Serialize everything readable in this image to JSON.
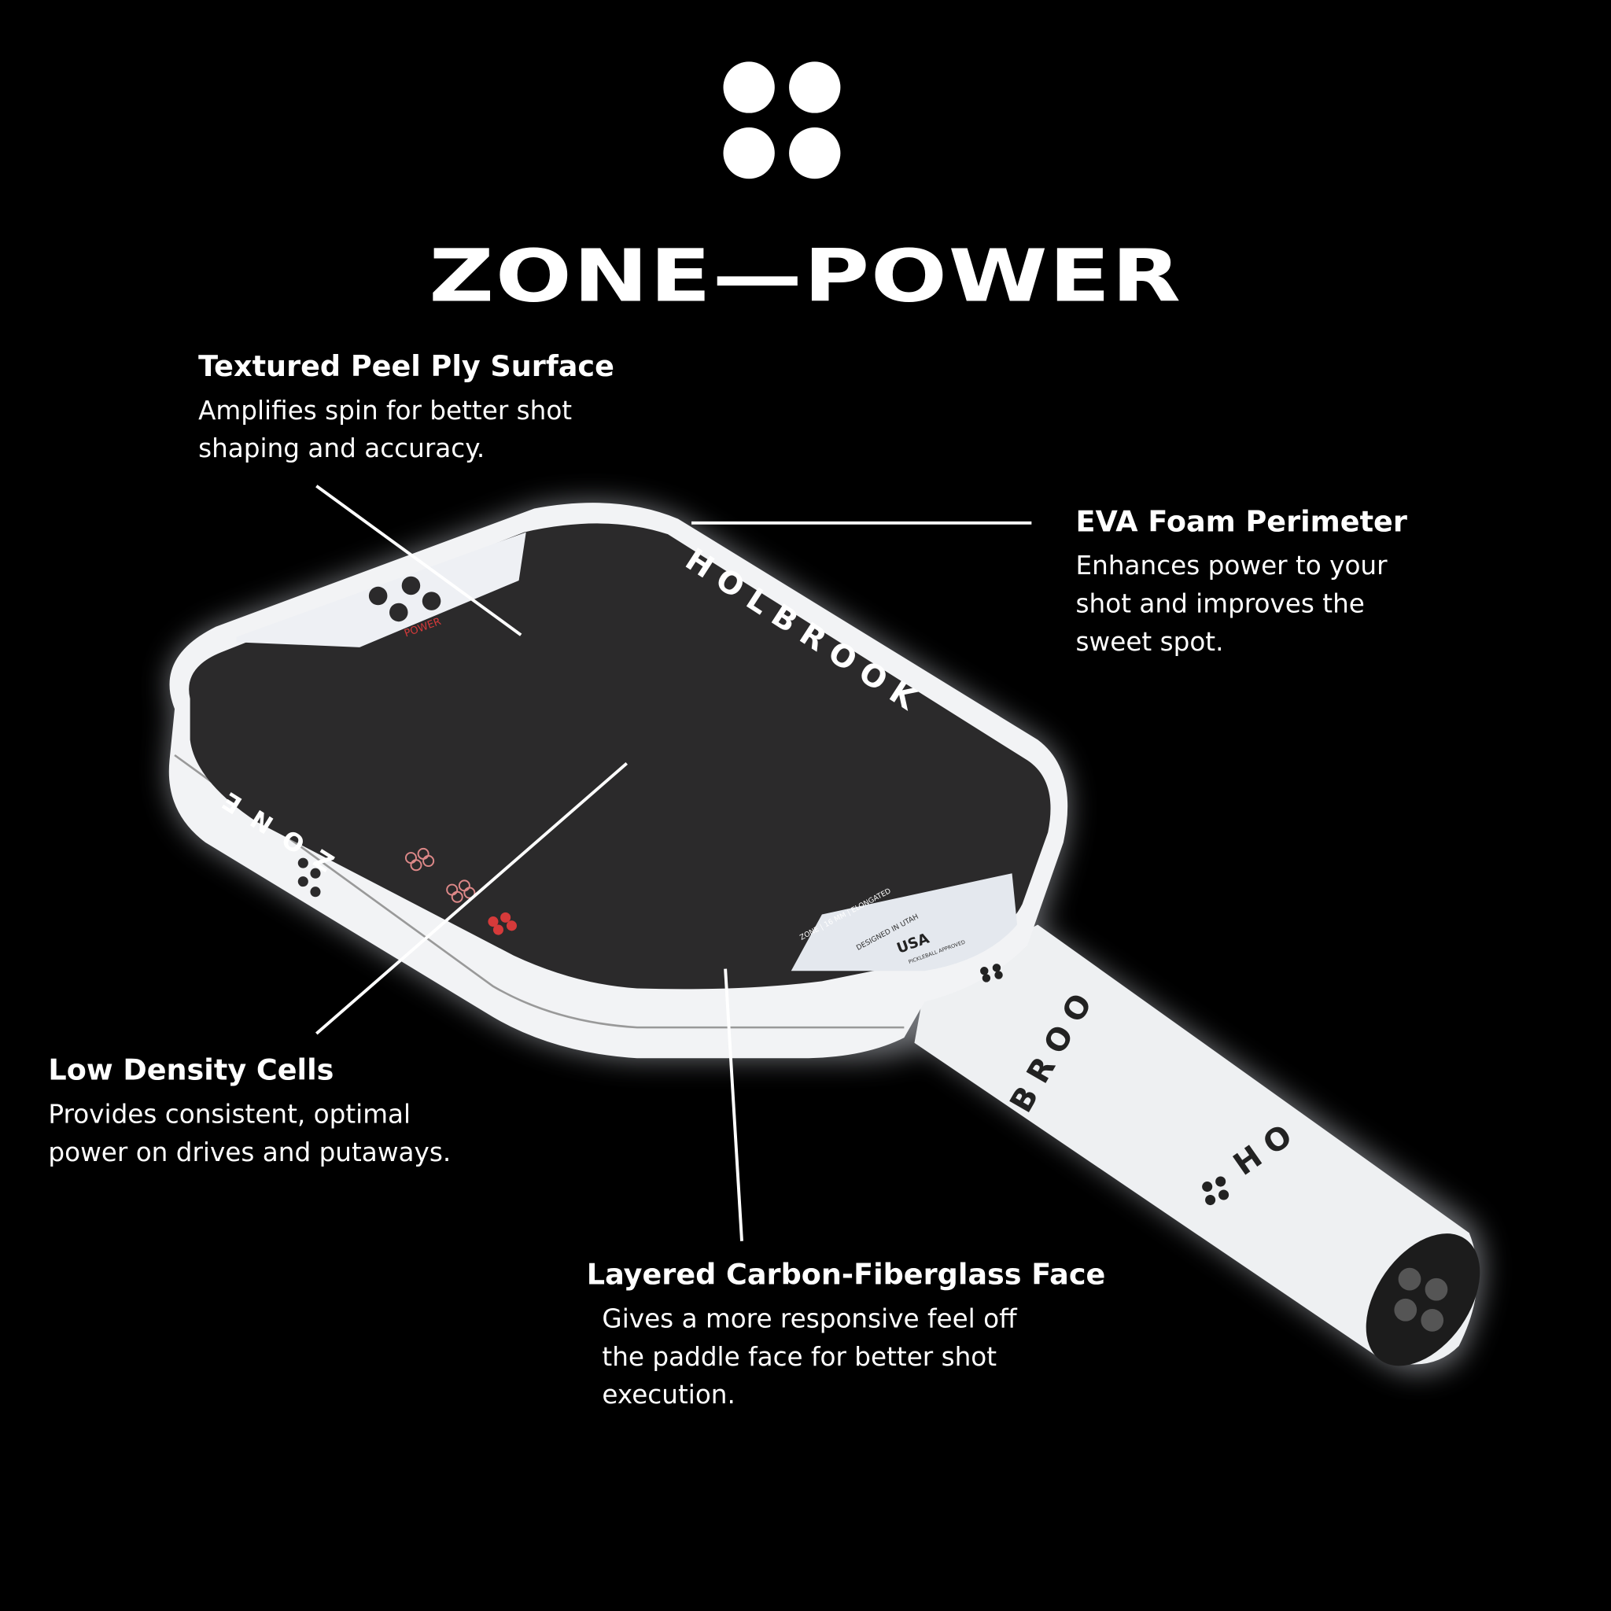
{
  "brand_icon": "four-dot-logo",
  "title": "ZONE—POWER",
  "callouts": [
    {
      "heading": "Textured Peel Ply Surface",
      "text": "Amplifies spin for better shot shaping and accuracy."
    },
    {
      "heading": "EVA Foam Perimeter",
      "text": "Enhances power to your shot and improves the sweet spot."
    },
    {
      "heading": "Low Density Cells",
      "text": "Provides consistent, optimal power on drives and putaways."
    },
    {
      "heading": "Layered Carbon-Fiberglass Face",
      "text": "Gives a more responsive feel off the paddle face for better shot execution."
    }
  ],
  "paddle": {
    "brand": "HOLBROOK",
    "model": "ZONE",
    "sub": "POWER",
    "spec": "ZONE | 16 MM | ELONGATED",
    "designed": "DESIGNED IN UTAH",
    "usa": "USA",
    "approved": "PICKLEBALL APPROVED",
    "handle_text": "BROO",
    "handle_text2": "HO"
  },
  "colors": {
    "background": "#000000",
    "accent": "#d63a3a",
    "face": "#2b2a2b",
    "edge": "#f2f3f5"
  }
}
